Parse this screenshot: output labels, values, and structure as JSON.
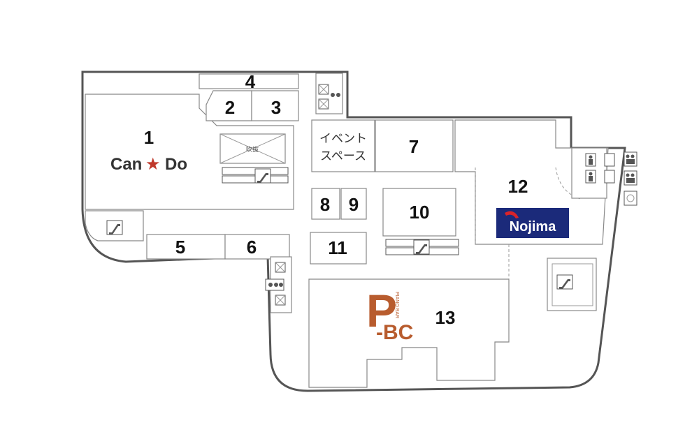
{
  "stores": [
    {
      "id": "1",
      "label": "1"
    },
    {
      "id": "2",
      "label": "2"
    },
    {
      "id": "3",
      "label": "3"
    },
    {
      "id": "4",
      "label": "4"
    },
    {
      "id": "5",
      "label": "5"
    },
    {
      "id": "6",
      "label": "6"
    },
    {
      "id": "7",
      "label": "7"
    },
    {
      "id": "8",
      "label": "8"
    },
    {
      "id": "9",
      "label": "9"
    },
    {
      "id": "10",
      "label": "10"
    },
    {
      "id": "11",
      "label": "11"
    },
    {
      "id": "12",
      "label": "12"
    },
    {
      "id": "13",
      "label": "13"
    }
  ],
  "event_space": {
    "line1": "イベント",
    "line2": "スペース"
  },
  "atrium": {
    "label": "吹抜"
  },
  "logos": {
    "cando": {
      "left": "Can",
      "star": "★",
      "right": "Do",
      "color_text": "#333333",
      "color_star": "#c0392b"
    },
    "nojima": {
      "text": "Nojima",
      "bg": "#1b2a7a",
      "fg": "#ffffff",
      "accent": "#d8232a"
    },
    "pbc": {
      "big": "P",
      "sub": "-BC",
      "side": "PIANO BAR",
      "color": "#b85c2e"
    }
  },
  "colors": {
    "wall": "#555555",
    "room": "#888888"
  },
  "icons": [
    "elevator-icon",
    "escalator-icon",
    "stairs-icon",
    "restroom-icon",
    "baby-care-icon",
    "ostomate-icon"
  ]
}
